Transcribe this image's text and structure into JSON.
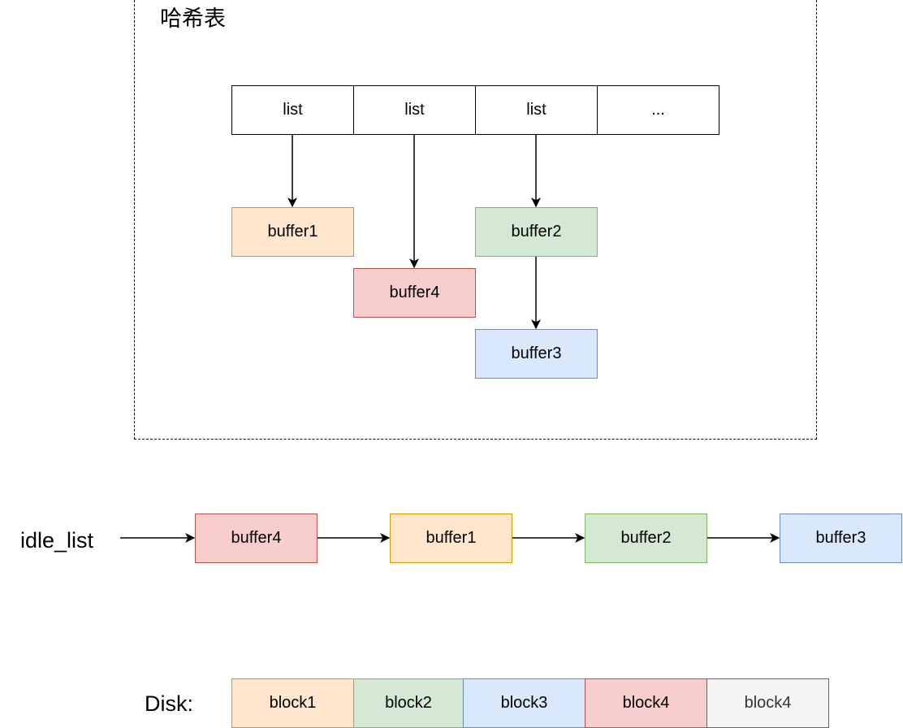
{
  "hash_table": {
    "title": "哈希表",
    "cells": [
      "list",
      "list",
      "list",
      "..."
    ],
    "buffers": {
      "b1": "buffer1",
      "b4": "buffer4",
      "b2": "buffer2",
      "b3": "buffer3"
    }
  },
  "idle": {
    "label": "idle_list",
    "items": [
      "buffer4",
      "buffer1",
      "buffer2",
      "buffer3"
    ]
  },
  "disk": {
    "label": "Disk:",
    "blocks": [
      "block1",
      "block2",
      "block3",
      "block4",
      "block4"
    ]
  },
  "colors": {
    "orange_fill": "#ffe6cc",
    "orange_stroke": "#d79b00",
    "red_fill": "#f8cecc",
    "red_stroke": "#b85450",
    "green_fill": "#d5e8d4",
    "green_stroke": "#82b366",
    "blue_fill": "#dae8fc",
    "blue_stroke": "#6c8ebf",
    "gray_fill": "#f5f5f5",
    "gray_stroke": "#666666"
  }
}
